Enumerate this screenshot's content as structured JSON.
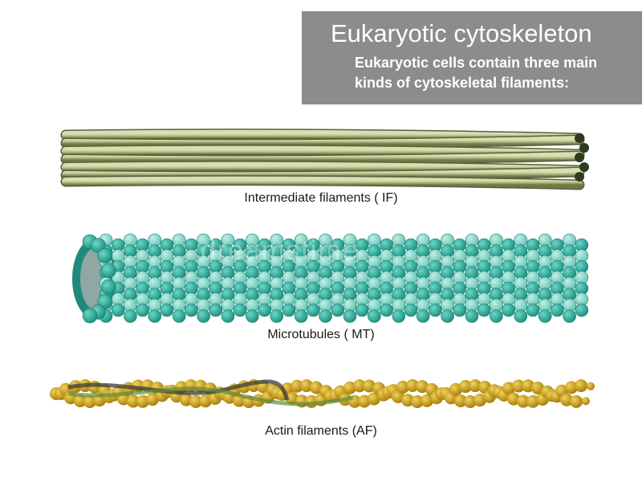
{
  "header": {
    "title": "Eukaryotic cytoskeleton",
    "subtitle": "Eukaryotic cells contain three main kinds of cytoskeletal filaments:"
  },
  "filaments": [
    {
      "label": "Intermediate filaments ( IF)",
      "color": "#b7c08a"
    },
    {
      "label": "Microtubules ( MT)",
      "color": "#3fb5a6"
    },
    {
      "label": "Actin filaments (AF)",
      "color": "#d4a30f"
    }
  ],
  "watermark": "dreamstime"
}
